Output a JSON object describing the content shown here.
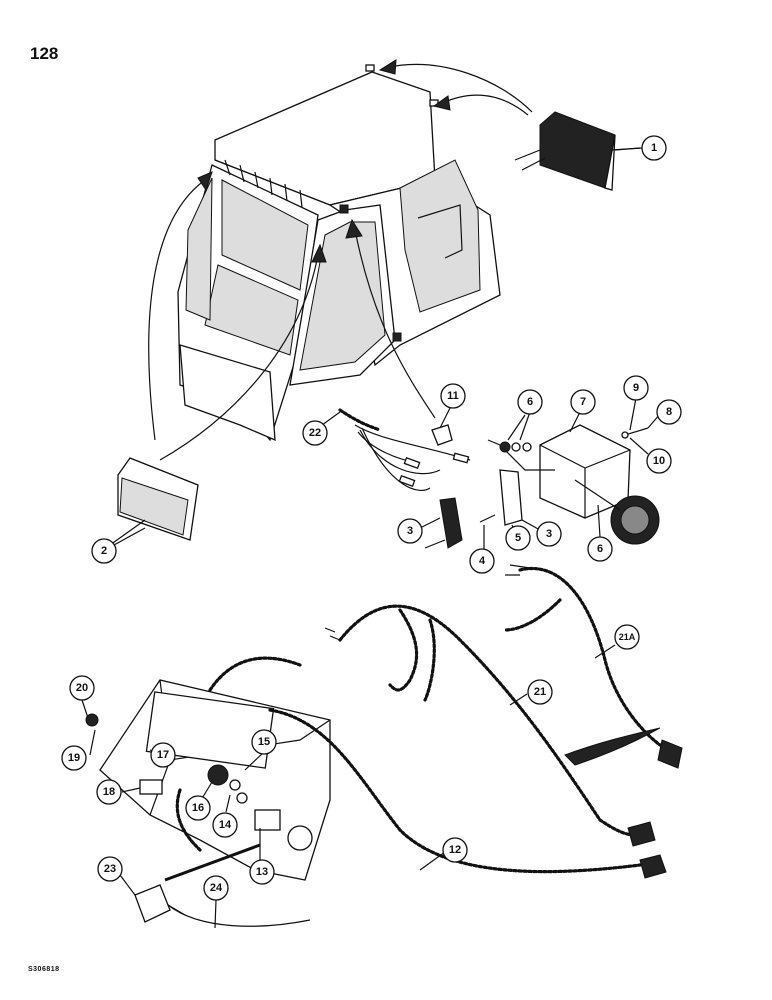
{
  "page": {
    "number": "128",
    "ref_code": "S306818"
  },
  "callouts": [
    {
      "label": "1"
    },
    {
      "label": "2"
    },
    {
      "label": "3"
    },
    {
      "label": "3"
    },
    {
      "label": "4"
    },
    {
      "label": "5"
    },
    {
      "label": "6"
    },
    {
      "label": "6"
    },
    {
      "label": "7"
    },
    {
      "label": "8"
    },
    {
      "label": "9"
    },
    {
      "label": "10"
    },
    {
      "label": "11"
    },
    {
      "label": "12"
    },
    {
      "label": "13"
    },
    {
      "label": "14"
    },
    {
      "label": "15"
    },
    {
      "label": "16"
    },
    {
      "label": "17"
    },
    {
      "label": "18"
    },
    {
      "label": "19"
    },
    {
      "label": "20"
    },
    {
      "label": "21"
    },
    {
      "label": "21A"
    },
    {
      "label": "22"
    },
    {
      "label": "23"
    },
    {
      "label": "24"
    }
  ]
}
